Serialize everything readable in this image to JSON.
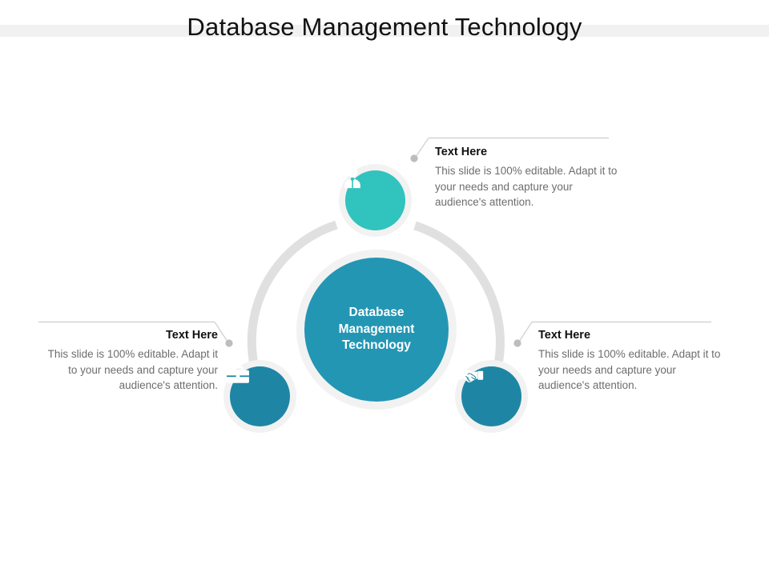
{
  "slide": {
    "title": "Database Management Technology",
    "band_color": "#f1f1f1",
    "background": "#ffffff"
  },
  "diagram": {
    "type": "circular-hub-and-spoke",
    "center": {
      "label": "Database\nManagement\nTechnology",
      "fill_color": "#2396b4",
      "halo_color": "#f2f2f2",
      "text_color": "#ffffff"
    },
    "arc": {
      "color": "#e0e0e0",
      "note": "light gray ring arc connecting the three outer nodes around the center"
    },
    "nodes": [
      {
        "id": "top",
        "icon": "user-icon",
        "fill_color": "#31c3bd",
        "halo_color": "#f2f2f2",
        "icon_color": "#ffffff"
      },
      {
        "id": "bottom-left",
        "icon": "briefcase-icon",
        "fill_color": "#1e86a4",
        "halo_color": "#f2f2f2",
        "icon_color": "#ffffff"
      },
      {
        "id": "bottom-right",
        "icon": "handshake-icon",
        "fill_color": "#1e86a4",
        "halo_color": "#f2f2f2",
        "icon_color": "#ffffff"
      }
    ],
    "callouts": [
      {
        "id": "top-right",
        "heading": "Text Here",
        "body": "This slide is 100% editable.  Adapt it to your needs and capture your audience's attention.",
        "align": "left",
        "rule_color": "#d4d4d4",
        "dot_color": "#bdbdbd"
      },
      {
        "id": "left",
        "heading": "Text Here",
        "body": "This slide is 100% editable.  Adapt it to your needs and capture your audience's attention.",
        "align": "right",
        "rule_color": "#d4d4d4",
        "dot_color": "#bdbdbd"
      },
      {
        "id": "right",
        "heading": "Text Here",
        "body": "This slide is 100% editable.  Adapt it to your needs and capture your audience's attention.",
        "align": "left",
        "rule_color": "#d4d4d4",
        "dot_color": "#bdbdbd"
      }
    ]
  }
}
